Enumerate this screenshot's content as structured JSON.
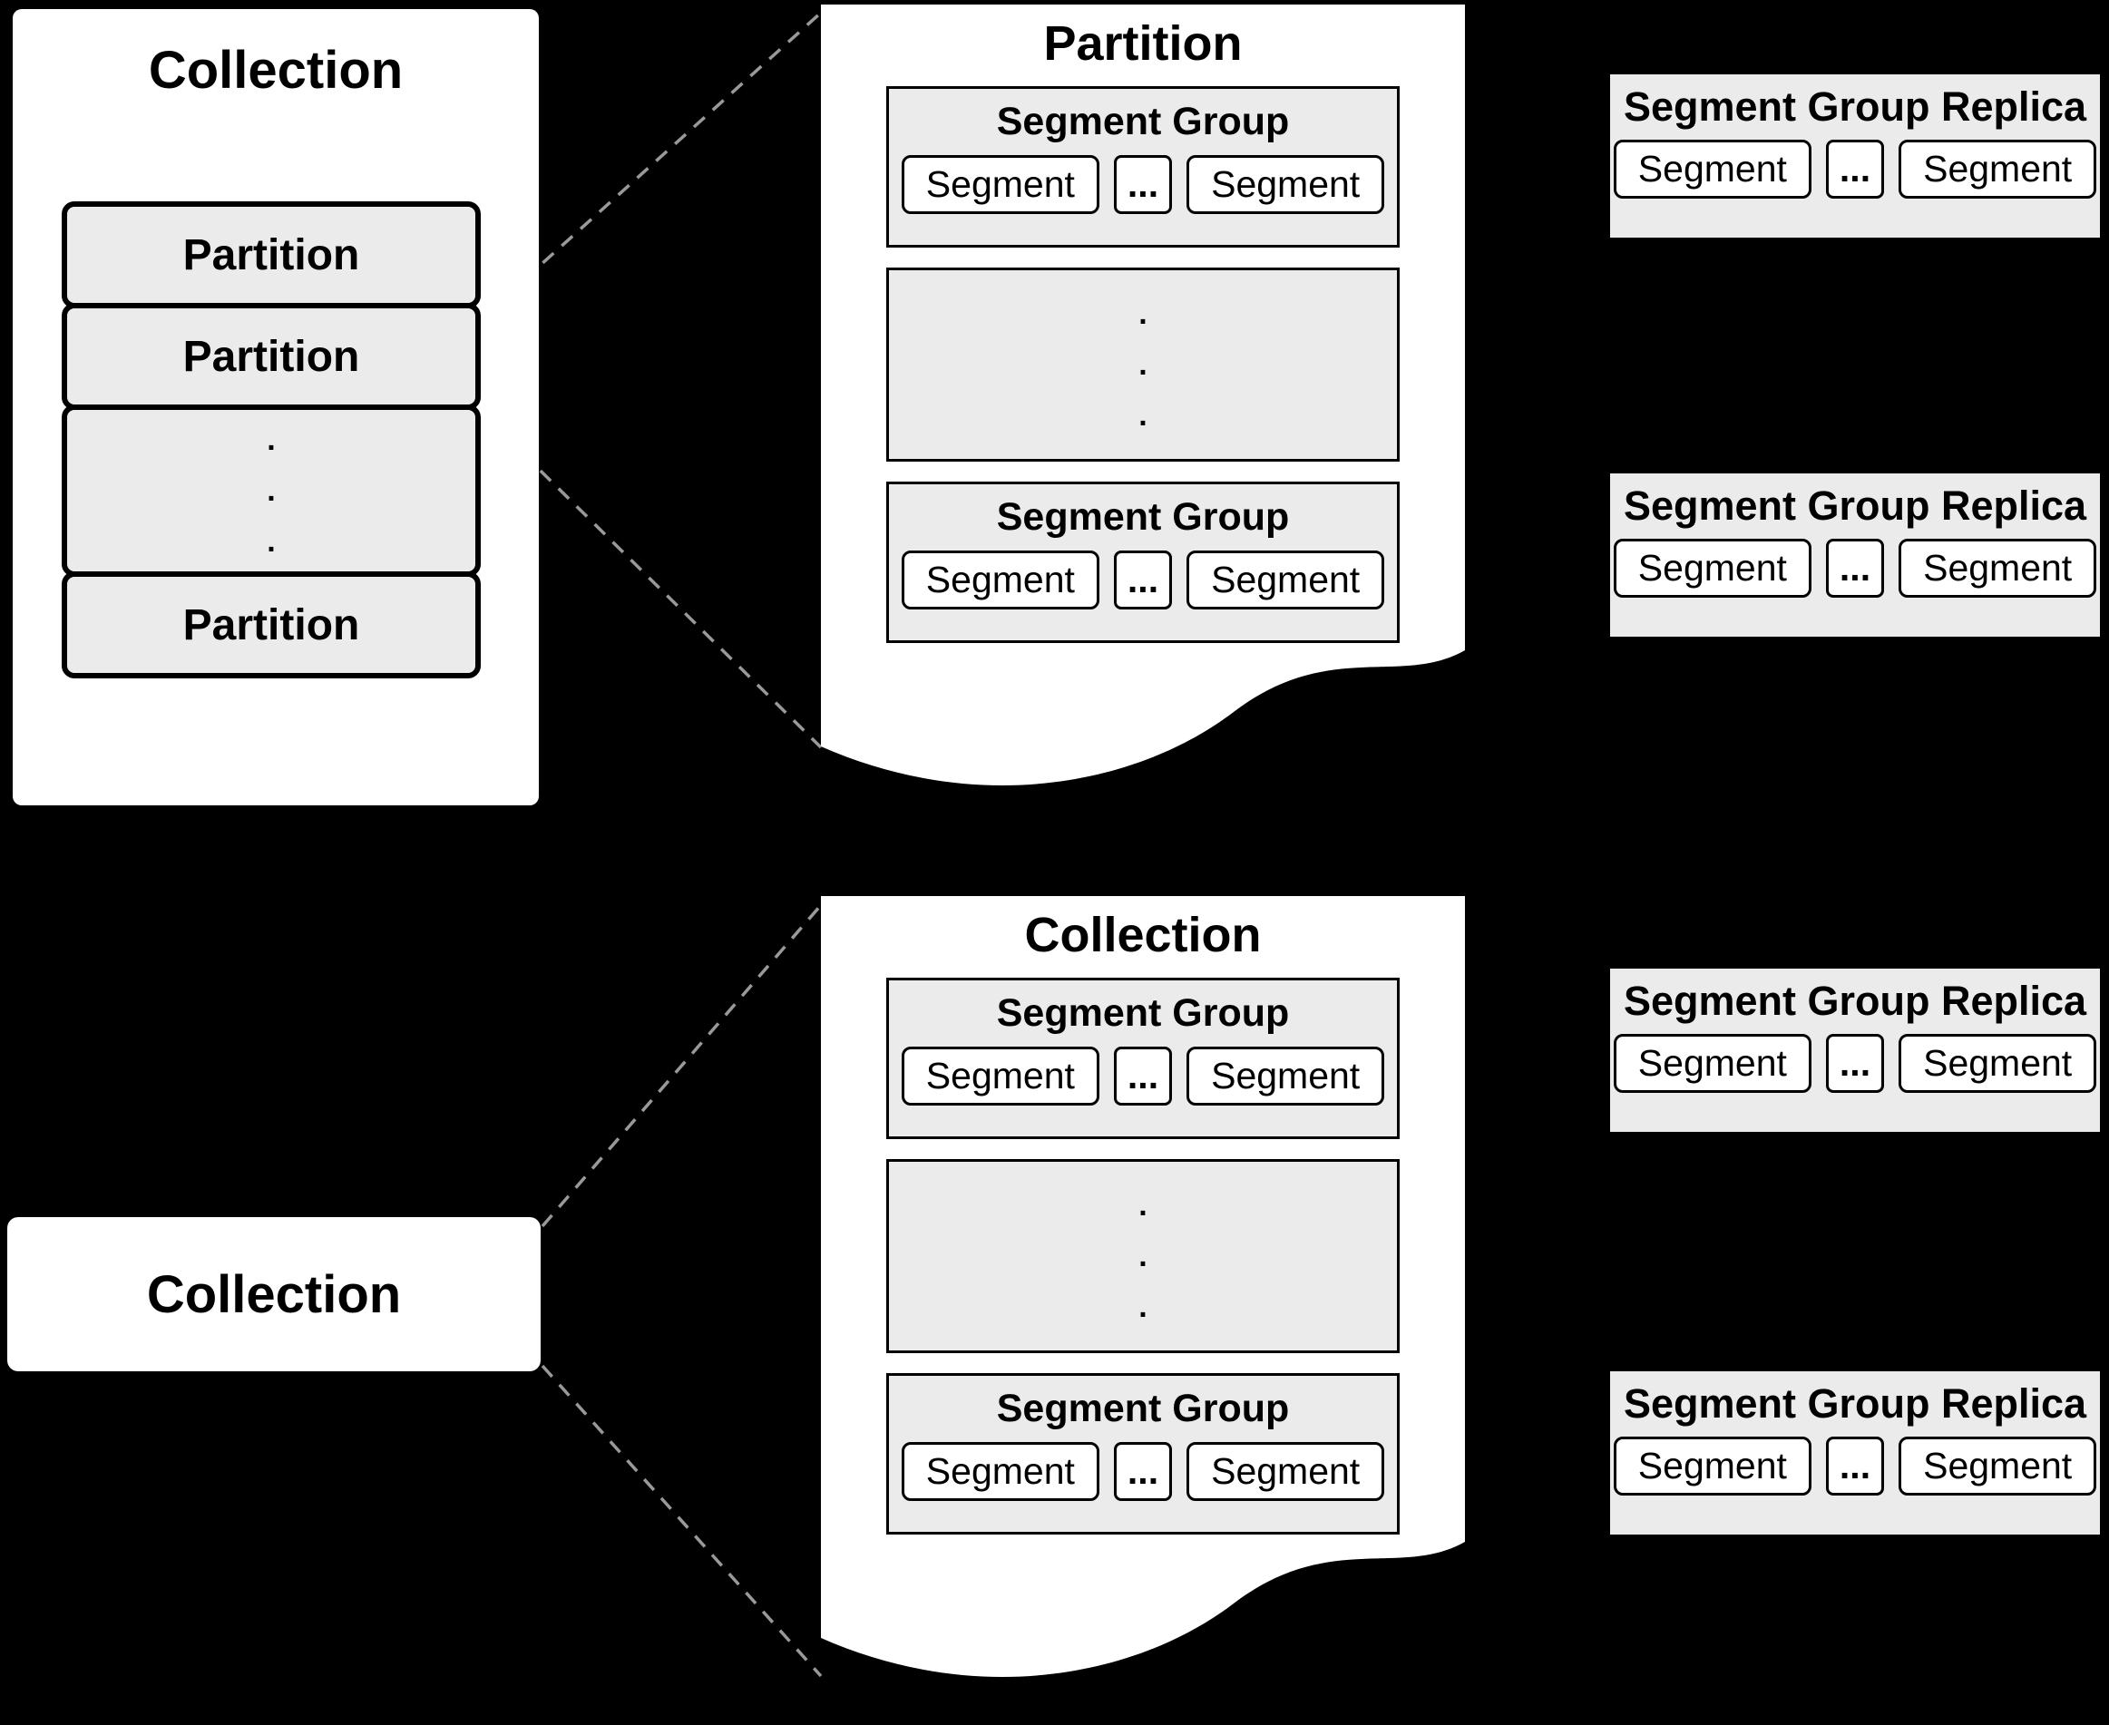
{
  "colors": {
    "background": "#000000",
    "panel": "#ffffff",
    "box_fill": "#ebebeb",
    "border": "#000000",
    "connector": "#999999"
  },
  "glyphs": {
    "vertical_dots": ".\n.\n.",
    "ellipsis": "..."
  },
  "top_row": {
    "collection_panel": {
      "title": "Collection",
      "partitions": [
        "Partition",
        "Partition",
        "Partition"
      ]
    },
    "partition_page": {
      "title": "Partition",
      "groups": [
        {
          "title": "Segment Group",
          "segments": [
            "Segment",
            "Segment"
          ]
        },
        {
          "title": "Segment Group",
          "segments": [
            "Segment",
            "Segment"
          ]
        }
      ]
    },
    "replicas": [
      {
        "title": "Segment Group Replica",
        "segments": [
          "Segment",
          "Segment"
        ]
      },
      {
        "title": "Segment Group Replica",
        "segments": [
          "Segment",
          "Segment"
        ]
      }
    ]
  },
  "bottom_row": {
    "collection_box": {
      "label": "Collection"
    },
    "collection_page": {
      "title": "Collection",
      "groups": [
        {
          "title": "Segment Group",
          "segments": [
            "Segment",
            "Segment"
          ]
        },
        {
          "title": "Segment Group",
          "segments": [
            "Segment",
            "Segment"
          ]
        }
      ]
    },
    "replicas": [
      {
        "title": "Segment Group Replica",
        "segments": [
          "Segment",
          "Segment"
        ]
      },
      {
        "title": "Segment Group Replica",
        "segments": [
          "Segment",
          "Segment"
        ]
      }
    ]
  }
}
